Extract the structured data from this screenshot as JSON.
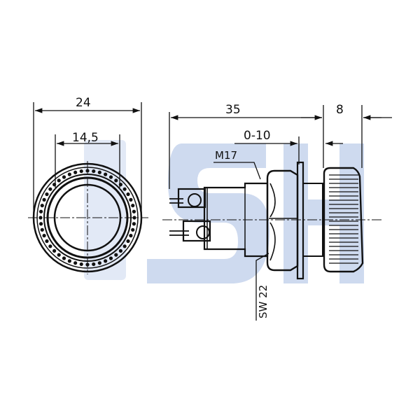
{
  "drawing": {
    "dimensions": {
      "outer_diameter": "24",
      "inner_diameter": "14,5",
      "body_length": "35",
      "adjust_range": "0-10",
      "thread": "M17",
      "knob_length": "8",
      "wrench_size": "SW 22"
    },
    "watermark": {
      "text": "SH",
      "color": "#c9d6ee"
    },
    "line_color": "#111111"
  }
}
